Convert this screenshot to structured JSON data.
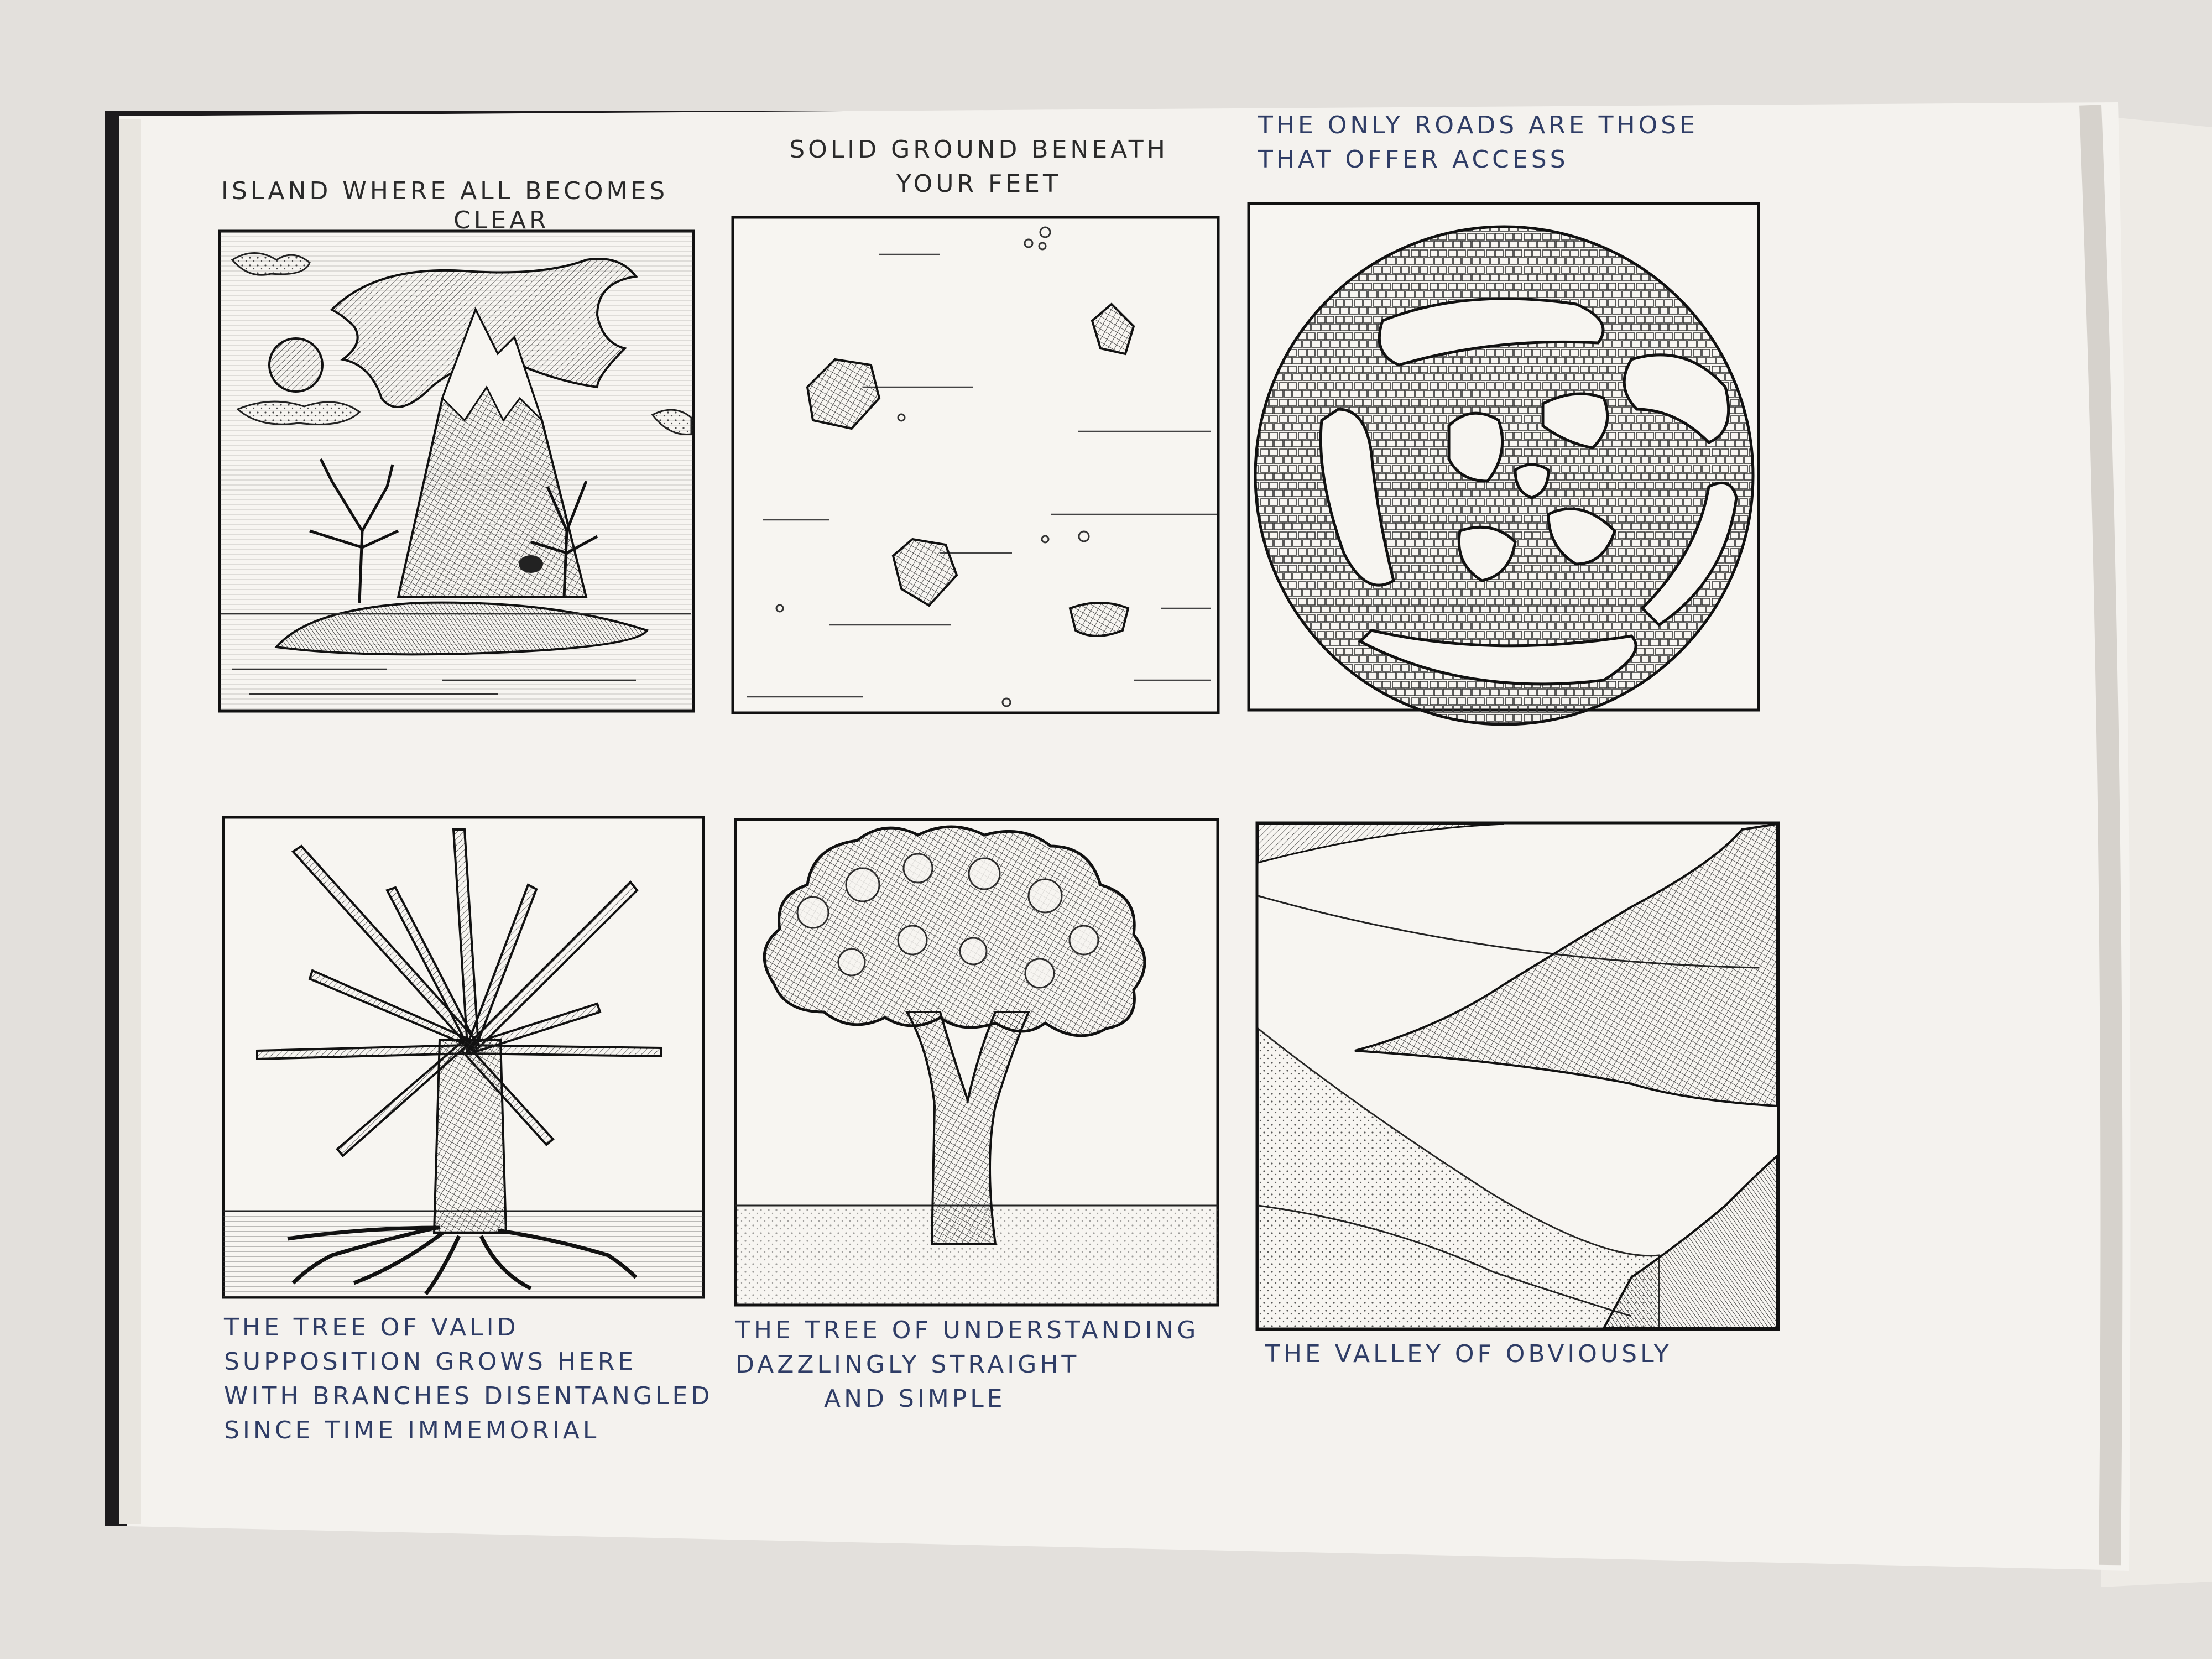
{
  "panels": [
    {
      "id": "island",
      "caption_lines": [
        "ISLAND WHERE ALL BECOMES",
        "CLEAR"
      ],
      "caption_color": "#2a2a2a"
    },
    {
      "id": "solid-ground",
      "caption_lines": [
        "SOLID GROUND BENEATH",
        "YOUR FEET"
      ],
      "caption_color": "#2a2a2a"
    },
    {
      "id": "roads",
      "caption_lines": [
        "THE ONLY ROADS ARE THOSE",
        "THAT OFFER ACCESS"
      ],
      "caption_color": "#2f3d66"
    },
    {
      "id": "tree-valid-supposition",
      "caption_lines": [
        "THE TREE OF VALID",
        "SUPPOSITION GROWS HERE",
        "WITH BRANCHES DISENTANGLED",
        "SINCE TIME IMMEMORIAL"
      ],
      "caption_color": "#2f3d66"
    },
    {
      "id": "tree-understanding",
      "caption_lines": [
        "THE TREE OF UNDERSTANDING",
        "DAZZLINGLY STRAIGHT",
        "AND SIMPLE"
      ],
      "caption_color": "#2f3d66"
    },
    {
      "id": "valley",
      "caption_lines": [
        "THE VALLEY OF OBVIOUSLY"
      ],
      "caption_color": "#2f3d66"
    }
  ],
  "colors": {
    "paper": "#f4f2ee",
    "ink": "#1c1c1c",
    "pen_blue": "#2f3d66",
    "background": "#e3e0dc"
  }
}
